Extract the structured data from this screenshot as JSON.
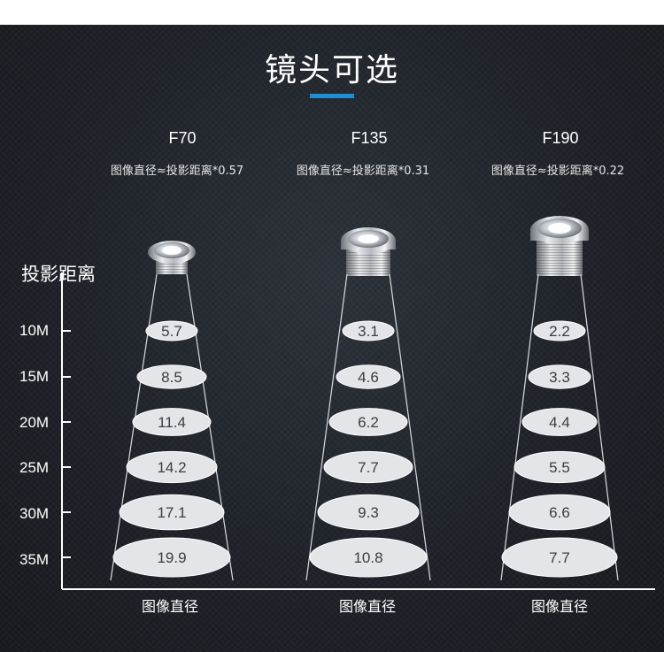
{
  "title": "镜头可选",
  "accent_color": "#1e8fd6",
  "axis_label": "投影距离",
  "distances": [
    "10M",
    "15M",
    "20M",
    "25M",
    "30M",
    "35M"
  ],
  "lenses": [
    {
      "name": "F70",
      "formula": "图像直径≈投影距离*0.57",
      "diameters": [
        "5.7",
        "8.5",
        "11.4",
        "14.2",
        "17.1",
        "19.9"
      ],
      "footer": "图像直径"
    },
    {
      "name": "F135",
      "formula": "图像直径≈投影距离*0.31",
      "diameters": [
        "3.1",
        "4.6",
        "6.2",
        "7.7",
        "9.3",
        "10.8"
      ],
      "footer": "图像直径"
    },
    {
      "name": "F190",
      "formula": "图像直径≈投影距离*0.22",
      "diameters": [
        "2.2",
        "3.3",
        "4.4",
        "5.5",
        "6.6",
        "7.7"
      ],
      "footer": "图像直径"
    }
  ]
}
